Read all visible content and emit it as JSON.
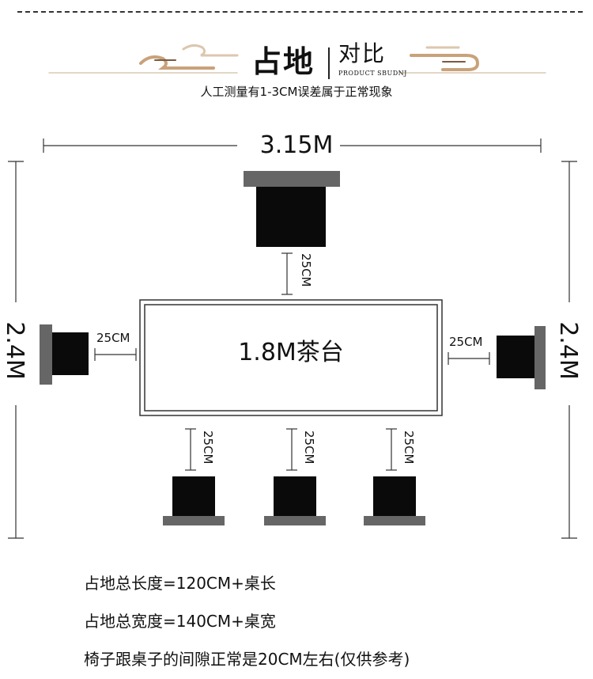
{
  "header": {
    "title_main": "占地",
    "title_sub": "对比",
    "title_en": "PRODUCT SBUDNJ",
    "subtitle": "人工测量有1-3CM误差属于正常现象"
  },
  "diagram": {
    "width_label": "3.15M",
    "height_label_left": "2.4M",
    "height_label_right": "2.4M",
    "table_label": "1.8M茶台",
    "gap_top": "25CM",
    "gap_left": "25CM",
    "gap_right": "25CM",
    "gap_bottom_1": "25CM",
    "gap_bottom_2": "25CM",
    "gap_bottom_3": "25CM"
  },
  "notes": {
    "line_1": "占地总长度=120CM+桌长",
    "line_2": "占地总宽度=140CM+桌宽",
    "line_3": "椅子跟桌子的间隙正常是20CM左右(仅供参考)"
  },
  "colors": {
    "chair_seat": "#0a0a0a",
    "chair_back": "#666666",
    "line": "#333333",
    "deco": "#c9a27a"
  }
}
